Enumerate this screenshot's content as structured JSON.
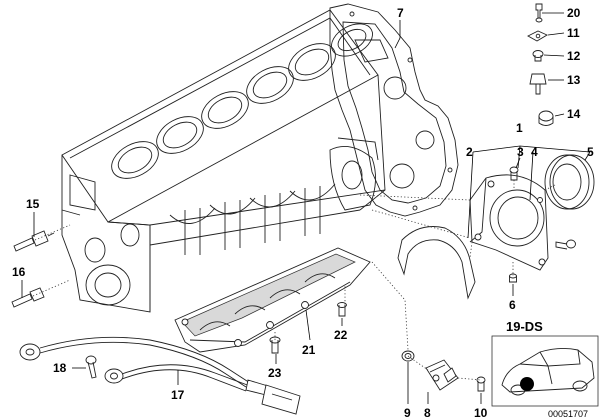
{
  "callouts": {
    "c1": "1",
    "c2": "2",
    "c3": "3",
    "c4": "4",
    "c5": "5",
    "c6": "6",
    "c7": "7",
    "c8": "8",
    "c9": "9",
    "c10": "10",
    "c11": "11",
    "c12": "12",
    "c13": "13",
    "c14": "14",
    "c15": "15",
    "c16": "16",
    "c17": "17",
    "c18": "18",
    "c20": "20",
    "c21": "21",
    "c22": "22",
    "c23": "23"
  },
  "variant_label": "19-DS",
  "image_id": "00051707",
  "colors": {
    "line": "#222222",
    "shade": "#d9d9d9",
    "marker": "#000000"
  }
}
